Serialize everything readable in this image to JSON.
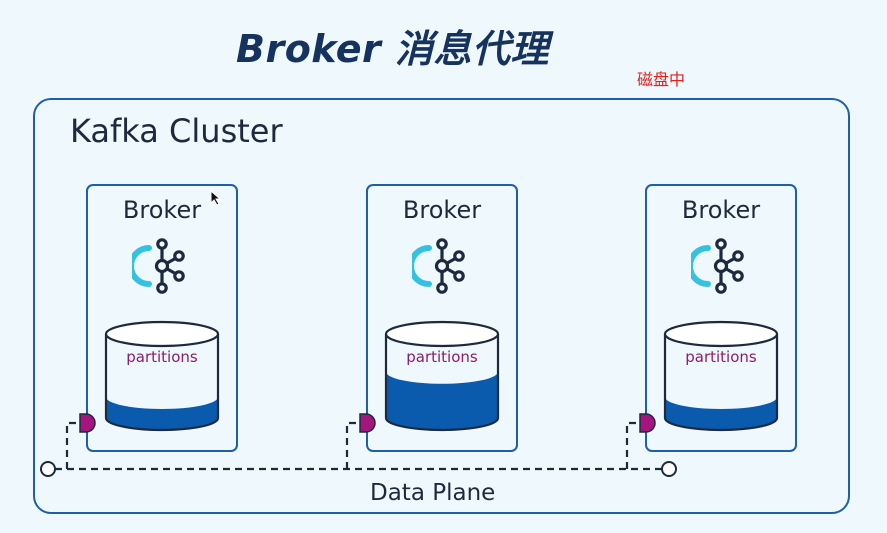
{
  "title": "Broker 消息代理",
  "note": "磁盘中",
  "cluster": {
    "label": "Kafka Cluster"
  },
  "brokers": [
    {
      "label": "Broker",
      "disk_label": "partitions",
      "fill_level": 0.25
    },
    {
      "label": "Broker",
      "disk_label": "partitions",
      "fill_level": 0.55
    },
    {
      "label": "Broker",
      "disk_label": "partitions",
      "fill_level": 0.25
    }
  ],
  "data_plane": {
    "label": "Data Plane"
  },
  "colors": {
    "background": "#eff8fd",
    "border": "#1d5fa8",
    "title": "#16325e",
    "disk_fill": "#0a5aad",
    "port": "#a6157e",
    "note": "#e0211c",
    "logo_dark": "#1d2a3d",
    "logo_accent": "#35c1e0"
  }
}
